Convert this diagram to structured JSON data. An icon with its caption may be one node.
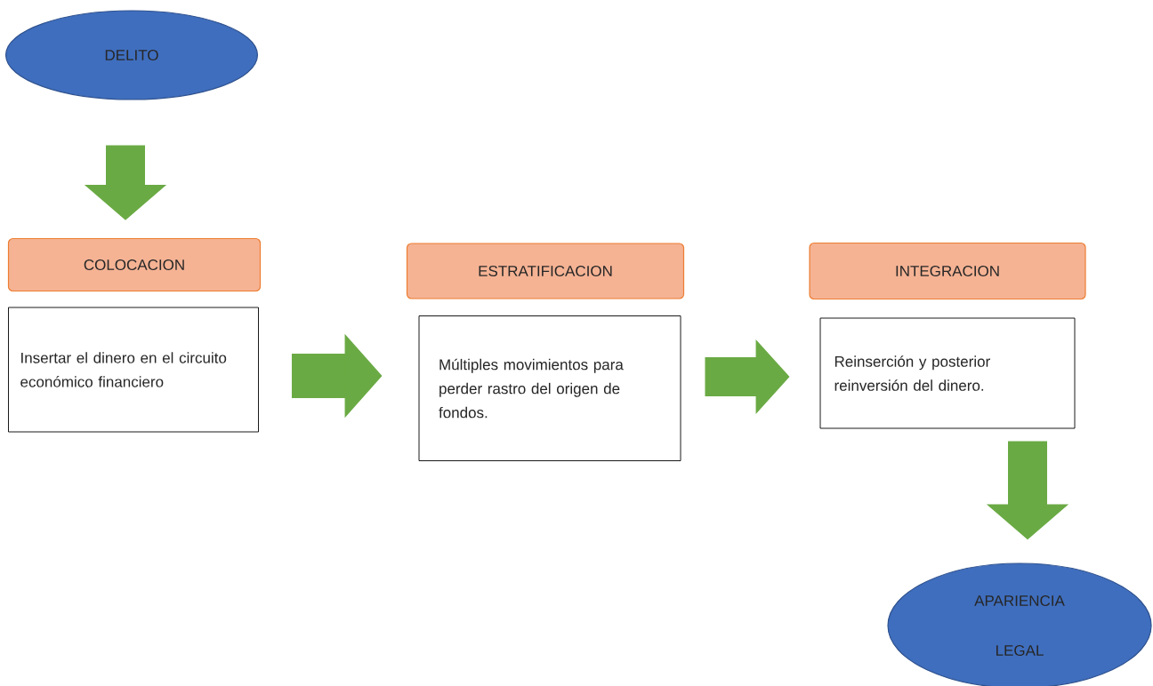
{
  "diagram": {
    "nodes": [
      {
        "text": [
          "DELITO"
        ]
      },
      {
        "text": [
          "COLOCACION"
        ]
      },
      {
        "text": [
          "Insertar el dinero en el circuito económico financiero"
        ]
      },
      {
        "text": [
          "ESTRATIFICACION"
        ]
      },
      {
        "text": [
          "Múltiples movimientos para perder rastro del origen de fondos."
        ]
      },
      {
        "text": [
          "INTEGRACION"
        ]
      },
      {
        "text": [
          "Reinserción y posterior reinversión del dinero."
        ]
      },
      {
        "text": [
          "APARIENCIA LEGAL"
        ]
      }
    ],
    "edges": [
      {
        "from": 0,
        "to": 1,
        "arrow": "to"
      },
      {
        "from": 2,
        "to": 4,
        "arrow": "to"
      },
      {
        "from": 4,
        "to": 6,
        "arrow": "to"
      },
      {
        "from": 6,
        "to": 7,
        "arrow": "to"
      }
    ]
  }
}
